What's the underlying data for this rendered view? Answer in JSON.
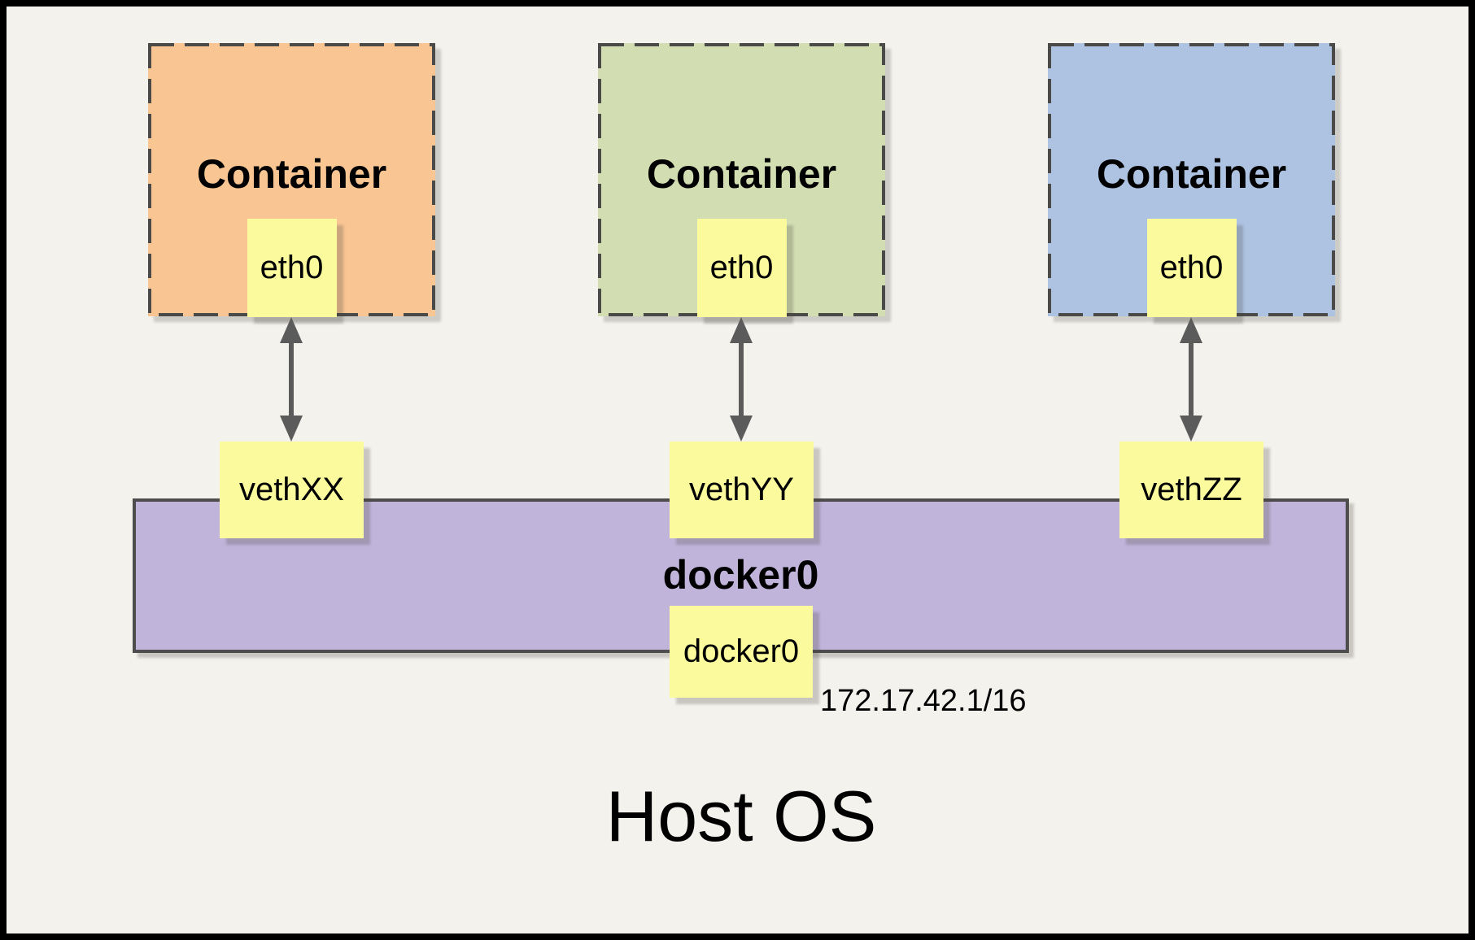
{
  "containers": [
    {
      "name": "Container",
      "interface": "eth0",
      "veth": "vethXX",
      "fill": "#F8C593"
    },
    {
      "name": "Container",
      "interface": "eth0",
      "veth": "vethYY",
      "fill": "#D2DEB2"
    },
    {
      "name": "Container",
      "interface": "eth0",
      "veth": "vethZZ",
      "fill": "#AEC3E2"
    }
  ],
  "bridge": {
    "label": "docker0",
    "interface": "docker0",
    "ip": "172.17.42.1/16",
    "fill": "#C0B4DA"
  },
  "host": {
    "label": "Host OS"
  },
  "colors": {
    "background": "#F4F2ED",
    "frame": "#000000",
    "interface_box_yellow": "#FBFB9E",
    "dashed_border_gray": "#4A4A48",
    "bridge_border_gray": "#4D4D4D",
    "arrow_gray": "#5B5B5B",
    "text": "#000000"
  }
}
